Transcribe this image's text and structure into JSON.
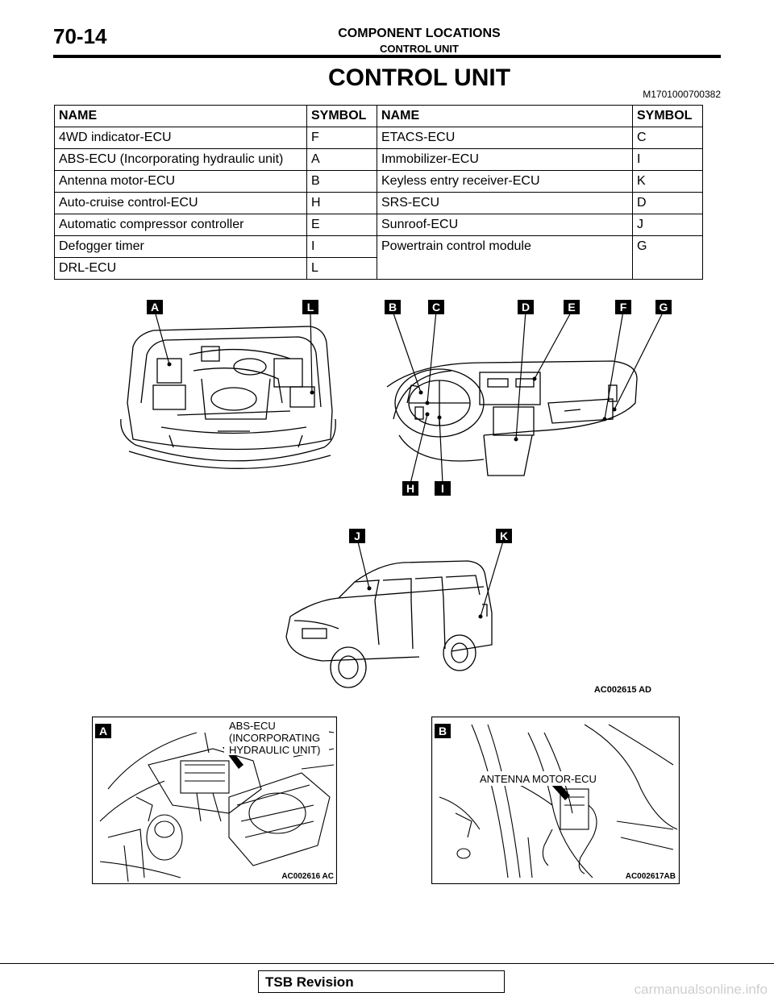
{
  "header": {
    "page_number": "70-14",
    "section_title": "COMPONENT LOCATIONS",
    "sub_title": "CONTROL UNIT"
  },
  "main_title": "CONTROL UNIT",
  "doc_code": "M1701000700382",
  "table": {
    "headers": [
      "NAME",
      "SYMBOL",
      "NAME",
      "SYMBOL"
    ],
    "rows": [
      [
        "4WD indicator-ECU",
        "F",
        "ETACS-ECU",
        "C"
      ],
      [
        "ABS-ECU (Incorporating hydraulic unit)",
        "A",
        "Immobilizer-ECU",
        "I"
      ],
      [
        "Antenna motor-ECU",
        "B",
        "Keyless entry receiver-ECU",
        "K"
      ],
      [
        "Auto-cruise control-ECU",
        "H",
        "SRS-ECU",
        "D"
      ],
      [
        "Automatic compressor controller",
        "E",
        "Sunroof-ECU",
        "J"
      ],
      [
        "Defogger timer",
        "I",
        "Powertrain control module",
        "G"
      ],
      [
        "DRL-ECU",
        "L",
        "",
        ""
      ]
    ]
  },
  "figure_main": {
    "markers": [
      "A",
      "L",
      "B",
      "C",
      "D",
      "E",
      "F",
      "G",
      "H",
      "I",
      "J",
      "K"
    ],
    "code": "AC002615 AD"
  },
  "figure_a": {
    "marker": "A",
    "label_lines": [
      "ABS-ECU",
      "(INCORPORATING",
      "HYDRAULIC UNIT)"
    ],
    "code": "AC002616 AC"
  },
  "figure_b": {
    "marker": "B",
    "label": "ANTENNA MOTOR-ECU",
    "code": "AC002617AB"
  },
  "footer": {
    "tsb": "TSB Revision",
    "watermark": "carmanualsonline.info"
  }
}
